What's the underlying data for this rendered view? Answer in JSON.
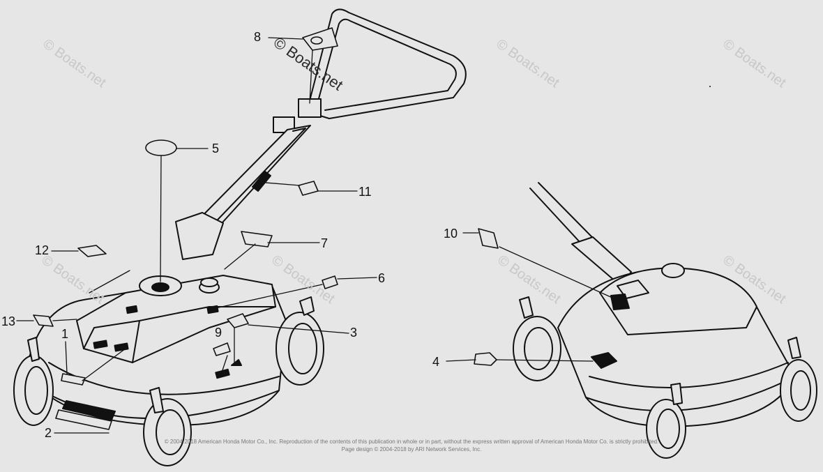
{
  "diagram": {
    "callouts": [
      "1",
      "2",
      "3",
      "4",
      "5",
      "6",
      "7",
      "8",
      "9",
      "10",
      "11",
      "12",
      "13"
    ],
    "watermark": "© Boats.net",
    "copyright_line_1": "© 2004-2018 American Honda Motor Co., Inc. Reproduction of the contents of this publication in whole or in part, without the express written approval of American Honda Motor Co. is strictly prohibited.",
    "copyright_line_2": "Page design © 2004-2018 by ARI Network Services, Inc."
  }
}
